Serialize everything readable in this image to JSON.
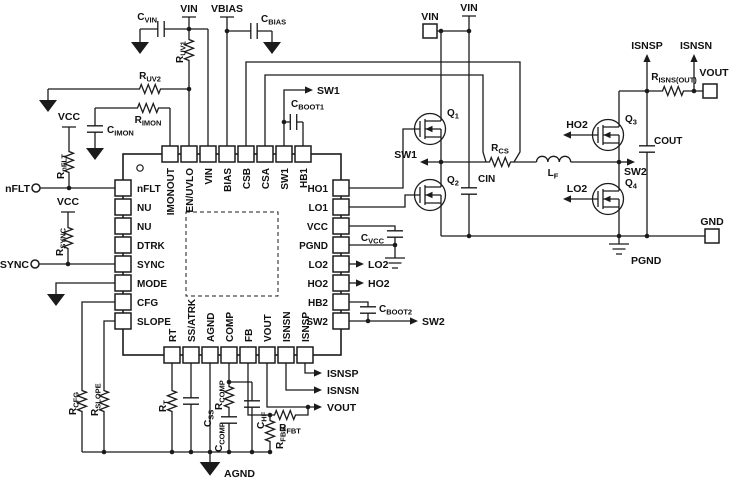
{
  "ic": {
    "pins": {
      "top": [
        "IMONOUT",
        "EN/UVLO",
        "VIN",
        "BIAS",
        "CSB",
        "CSA",
        "SW1",
        "HB1"
      ],
      "right": [
        "HO1",
        "LO1",
        "VCC",
        "PGND",
        "LO2",
        "HO2",
        "HB2",
        "SW2"
      ],
      "bottom": [
        "RT",
        "SS/ATRK",
        "AGND",
        "COMP",
        "FB",
        "VOUT",
        "ISNSN",
        "ISNSP"
      ],
      "left": [
        "nFLT",
        "NU",
        "NU",
        "DTRK",
        "SYNC",
        "MODE",
        "CFG",
        "SLOPE"
      ]
    }
  },
  "nets": {
    "vin_rail1": "VIN",
    "vbias": "VBIAS",
    "vin_term": "VIN",
    "vin_rail2": "VIN",
    "vcc_nflt": "VCC",
    "vcc_sync": "VCC",
    "nflt": "nFLT",
    "sync": "SYNC",
    "sw1_ic": "SW1",
    "sw1_node": "SW1",
    "lo2_ic": "LO2",
    "ho2_ic": "HO2",
    "sw2_ic": "SW2",
    "sw2_stage": "SW2",
    "ho2_gate": "HO2",
    "lo2_gate": "LO2",
    "isnsp_ic": "ISNSP",
    "isnsn_ic": "ISNSN",
    "vout_ic": "VOUT",
    "isnsp_out": "ISNSP",
    "isnsn_out": "ISNSN",
    "vout_term": "VOUT",
    "gnd": "GND",
    "pgnd": "PGND",
    "agnd": "AGND"
  },
  "components": {
    "cvin": {
      "main": "C",
      "sub": "VIN"
    },
    "cbias": {
      "main": "C",
      "sub": "BIAS"
    },
    "ruv1": {
      "main": "R",
      "sub": "UV1"
    },
    "ruv2": {
      "main": "R",
      "sub": "UV2"
    },
    "rimon": {
      "main": "R",
      "sub": "IMON"
    },
    "cimon": {
      "main": "C",
      "sub": "IMON"
    },
    "rnflt": {
      "main": "R",
      "sub": "nFLT"
    },
    "rsync": {
      "main": "R",
      "sub": "SYNC"
    },
    "rcfg": {
      "main": "R",
      "sub": "CFG"
    },
    "rslope": {
      "main": "R",
      "sub": "SLOPE"
    },
    "rt": {
      "main": "R",
      "sub": "T"
    },
    "css": {
      "main": "C",
      "sub": "SS"
    },
    "rcomp": {
      "main": "R",
      "sub": "COMP"
    },
    "ccomp": {
      "main": "C",
      "sub": "COMP"
    },
    "chf": {
      "main": "C",
      "sub": "HF"
    },
    "rfbb": {
      "main": "R",
      "sub": "FBB"
    },
    "rfbt": {
      "main": "R",
      "sub": "FBT"
    },
    "cboot1": {
      "main": "C",
      "sub": "BOOT1"
    },
    "cboot2": {
      "main": "C",
      "sub": "BOOT2"
    },
    "cvcc": {
      "main": "C",
      "sub": "VCC"
    },
    "rcs": {
      "main": "R",
      "sub": "CS"
    },
    "lf": {
      "main": "L",
      "sub": "F"
    },
    "risns": {
      "main": "R",
      "sub": "ISNS(OUT)"
    },
    "cin": {
      "main": "CIN",
      "sub": ""
    },
    "cout": {
      "main": "COUT",
      "sub": ""
    },
    "q1": {
      "main": "Q",
      "sub": "1"
    },
    "q2": {
      "main": "Q",
      "sub": "2"
    },
    "q3": {
      "main": "Q",
      "sub": "3"
    },
    "q4": {
      "main": "Q",
      "sub": "4"
    }
  }
}
